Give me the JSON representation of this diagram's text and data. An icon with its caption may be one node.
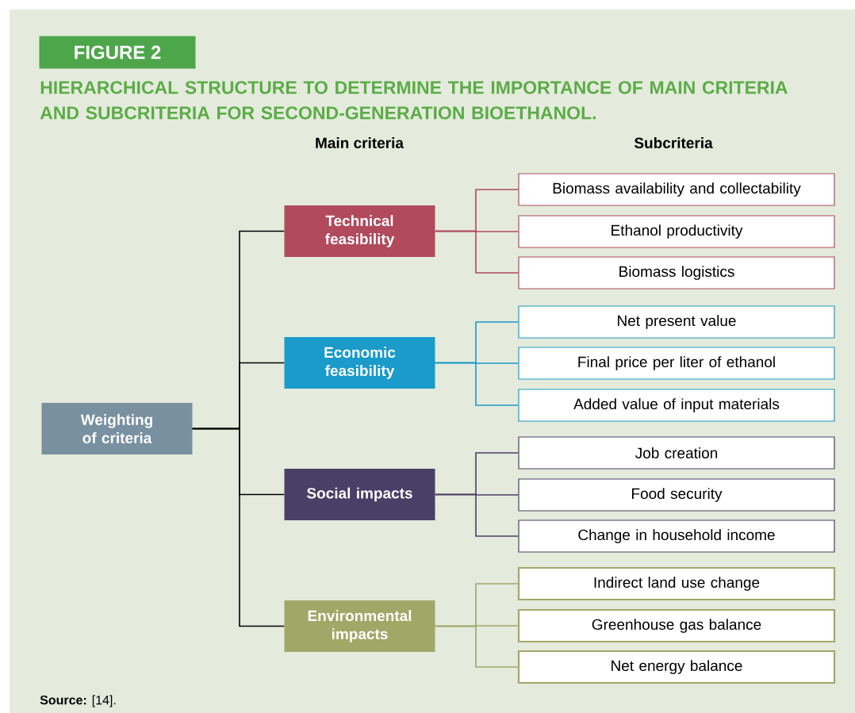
{
  "diagram": {
    "title": "HIERARCHICAL STRUCTURE TO DETERMINE THE IMPORTANCE OF MAIN CRITERIA AND SUBCRITERIA FOR SECOND-GENERATION BIOETHANOL.",
    "caption": "**Source:** [14].",
    "nodes": [
      {
        "text": [
          "Weighting of criteria"
        ]
      },
      {
        "text": [
          "Technical feasibility"
        ]
      },
      {
        "text": [
          "Biomass availability and collectability"
        ]
      },
      {
        "text": [
          "Ethanol productivity"
        ]
      },
      {
        "text": [
          "Biomass logistics"
        ]
      },
      {
        "text": [
          "Economic feasibility"
        ]
      },
      {
        "text": [
          "Net present value"
        ]
      },
      {
        "text": [
          "Final price per liter of ethanol"
        ]
      },
      {
        "text": [
          "Added value of input materials"
        ]
      },
      {
        "text": [
          "Social impacts"
        ]
      },
      {
        "text": [
          "Job creation"
        ]
      },
      {
        "text": [
          "Food security"
        ]
      },
      {
        "text": [
          "Change in household income"
        ]
      },
      {
        "text": [
          "Environmental impacts"
        ]
      },
      {
        "text": [
          "Indirect land use change"
        ]
      },
      {
        "text": [
          "Greenhouse gas balance"
        ]
      },
      {
        "text": [
          "Net energy balance"
        ]
      }
    ],
    "edges": [
      {
        "from": 0,
        "to": 1,
        "arrow": "none"
      },
      {
        "from": 0,
        "to": 5,
        "arrow": "none"
      },
      {
        "from": 0,
        "to": 9,
        "arrow": "none"
      },
      {
        "from": 0,
        "to": 13,
        "arrow": "none"
      },
      {
        "from": 1,
        "to": 2,
        "arrow": "none",
        "color": "#b04a5c"
      },
      {
        "from": 1,
        "to": 3,
        "arrow": "none",
        "color": "#b04a5c"
      },
      {
        "from": 1,
        "to": 4,
        "arrow": "none",
        "color": "#b04a5c"
      },
      {
        "from": 5,
        "to": 6,
        "arrow": "none",
        "color": "#1a9bc9"
      },
      {
        "from": 5,
        "to": 7,
        "arrow": "none",
        "color": "#1a9bc9"
      },
      {
        "from": 5,
        "to": 8,
        "arrow": "none",
        "color": "#1a9bc9"
      },
      {
        "from": 9,
        "to": 10,
        "arrow": "none",
        "color": "#4a3f66"
      },
      {
        "from": 9,
        "to": 11,
        "arrow": "none",
        "color": "#4a3f66"
      },
      {
        "from": 9,
        "to": 12,
        "arrow": "none",
        "color": "#4a3f66"
      },
      {
        "from": 13,
        "to": 14,
        "arrow": "none",
        "color": "#a0a868"
      },
      {
        "from": 13,
        "to": 15,
        "arrow": "none",
        "color": "#a0a868"
      },
      {
        "from": 13,
        "to": 16,
        "arrow": "none",
        "color": "#a0a868"
      }
    ],
    "labels": [
      "FIGURE 2",
      "Main criteria",
      "Subcriteria"
    ]
  }
}
